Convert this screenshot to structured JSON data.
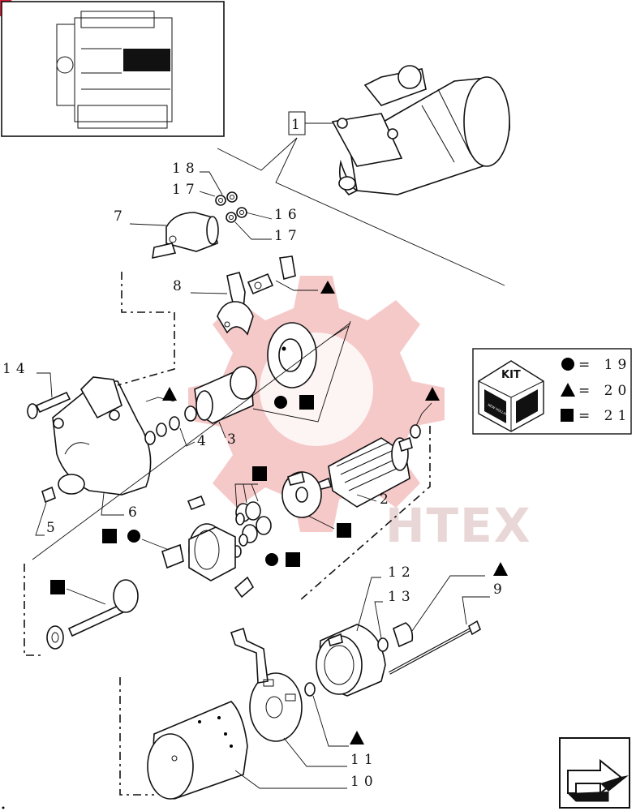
{
  "callouts": {
    "c1": "1",
    "c2": "2",
    "c3": "3",
    "c4": "4",
    "c5": "5",
    "c6": "6",
    "c7": "7",
    "c8": "8",
    "c9": "9",
    "c10": "10",
    "c11": "11",
    "c12": "12",
    "c13": "13",
    "c14": "14",
    "c16": "16",
    "c17a": "17",
    "c17b": "17",
    "c18": "18"
  },
  "kit_legend": {
    "kit_label": "KIT",
    "box_text": "NEW HOLLAND",
    "entries": [
      {
        "symbol": "circle",
        "value": "= 19"
      },
      {
        "symbol": "triangle",
        "value": "= 20"
      },
      {
        "symbol": "square",
        "value": "= 21"
      }
    ]
  },
  "watermark": {
    "text": "HTEX",
    "color": "#f3b7b7"
  },
  "colors": {
    "ink": "#111111",
    "marker": "#000000",
    "corner_badge": "#d81f3c"
  },
  "icons": {
    "corner": "corner-badge-icon",
    "navigation": "next-page-arrow-icon"
  }
}
